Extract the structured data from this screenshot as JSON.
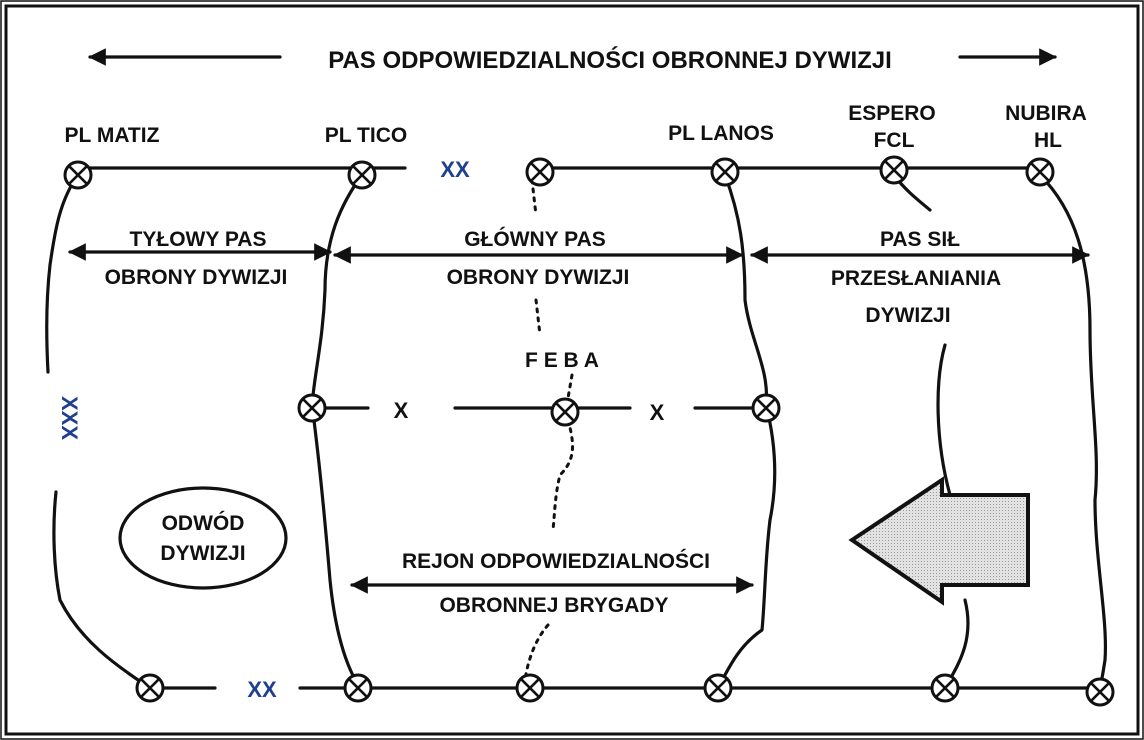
{
  "header": {
    "title": "PAS ODPOWIEDZIALNOŚCI OBRONNEJ DYWIZJI"
  },
  "lines": {
    "pl_matiz": "PL MATIZ",
    "pl_tico": "PL TICO",
    "pl_lanos": "PL LANOS",
    "espero_1": "ESPERO",
    "espero_2": "FCL",
    "nubira_1": "NUBIRA",
    "nubira_2": "HL",
    "feba": "F E B A"
  },
  "zones": {
    "rear_1": "TYŁOWY PAS",
    "rear_2": "OBRONY DYWIZJI",
    "main_1": "GŁÓWNY PAS",
    "main_2": "OBRONY DYWIZJI",
    "cover_1": "PAS SIŁ",
    "cover_2": "PRZESŁANIANIA",
    "cover_3": "DYWIZJI",
    "brigade_1": "REJON  ODPOWIEDZIALNOŚCI",
    "brigade_2": "OBRONNEJ BRYGADY",
    "reserve_1": "ODWÓD",
    "reserve_2": "DYWIZJI"
  },
  "boundaries": {
    "division": "XX",
    "corps": "XXX",
    "brigade": "X"
  },
  "colors": {
    "ink": "#111111",
    "boundary_marker": "#1f3f8f",
    "enemy_arrow": "#dcdcdc"
  }
}
